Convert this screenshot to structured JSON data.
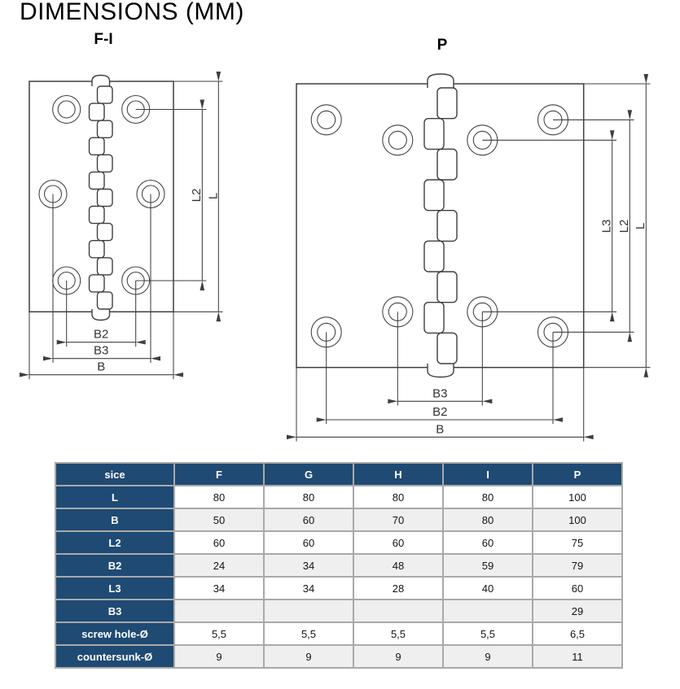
{
  "page": {
    "title": "DIMENSIONS (MM)"
  },
  "diagrams": {
    "left": {
      "title": "F-I",
      "dims": {
        "l2": "L2",
        "l": "L",
        "b2": "B2",
        "b3": "B3",
        "b": "B"
      }
    },
    "right": {
      "title": "P",
      "dims": {
        "l3": "L3",
        "l2": "L2",
        "l": "L",
        "b3": "B3",
        "b2": "B2",
        "b": "B"
      }
    }
  },
  "table": {
    "header": [
      "sice",
      "F",
      "G",
      "H",
      "I",
      "P"
    ],
    "rows": [
      {
        "label": "L",
        "values": [
          "80",
          "80",
          "80",
          "80",
          "100"
        ]
      },
      {
        "label": "B",
        "values": [
          "50",
          "60",
          "70",
          "80",
          "100"
        ]
      },
      {
        "label": "L2",
        "values": [
          "60",
          "60",
          "60",
          "60",
          "75"
        ]
      },
      {
        "label": "B2",
        "values": [
          "24",
          "34",
          "48",
          "59",
          "79"
        ]
      },
      {
        "label": "L3",
        "values": [
          "34",
          "34",
          "28",
          "40",
          "60"
        ]
      },
      {
        "label": "B3",
        "values": [
          "",
          "",
          "",
          "",
          "29"
        ]
      },
      {
        "label": "screw hole-Ø",
        "values": [
          "5,5",
          "5,5",
          "5,5",
          "5,5",
          "6,5"
        ]
      },
      {
        "label": "countersunk-Ø",
        "values": [
          "9",
          "9",
          "9",
          "9",
          "11"
        ]
      }
    ]
  },
  "colors": {
    "header_bg": "#1f4a74",
    "grid": "#a9a9a9",
    "row_alt": "#efefef",
    "line": "#3f3f3f"
  }
}
